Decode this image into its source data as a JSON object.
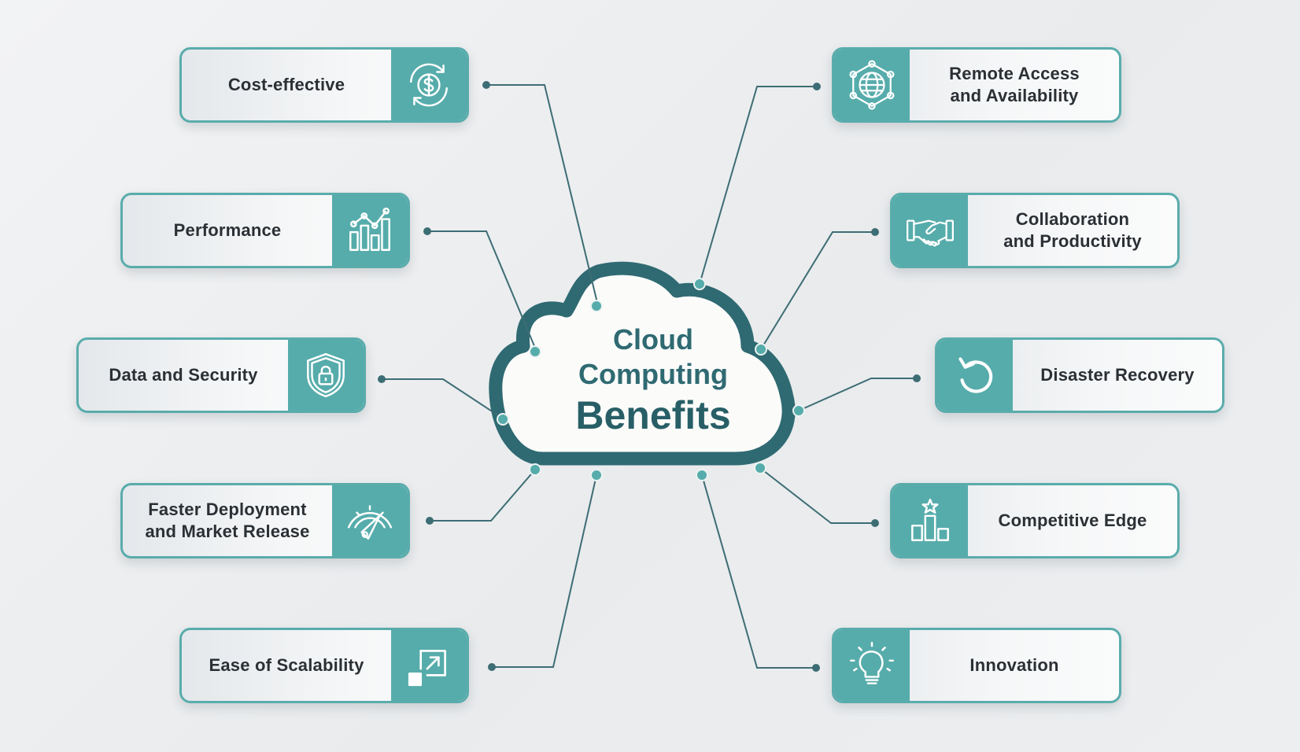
{
  "center": {
    "line1": "Cloud",
    "line2": "Computing",
    "line3": "Benefits"
  },
  "colors": {
    "accent": "#56acab",
    "cloud_border": "#2f6a72",
    "connector": "#3d6d74",
    "text": "#2b3035"
  },
  "benefits": {
    "left": [
      {
        "label": "Cost-effective",
        "icon": "dollar-gear-icon"
      },
      {
        "label": "Performance",
        "icon": "bar-chart-icon"
      },
      {
        "label": "Data and Security",
        "icon": "shield-lock-icon"
      },
      {
        "label": "Faster Deployment\nand Market Release",
        "icon": "speedometer-icon"
      },
      {
        "label": "Ease of Scalability",
        "icon": "expand-arrow-icon"
      }
    ],
    "right": [
      {
        "label": "Remote Access\nand Availability",
        "icon": "network-globe-icon"
      },
      {
        "label": "Collaboration\nand Productivity",
        "icon": "handshake-icon"
      },
      {
        "label": "Disaster Recovery",
        "icon": "rotate-arrow-icon"
      },
      {
        "label": "Competitive Edge",
        "icon": "podium-star-icon"
      },
      {
        "label": "Innovation",
        "icon": "lightbulb-icon"
      }
    ]
  }
}
